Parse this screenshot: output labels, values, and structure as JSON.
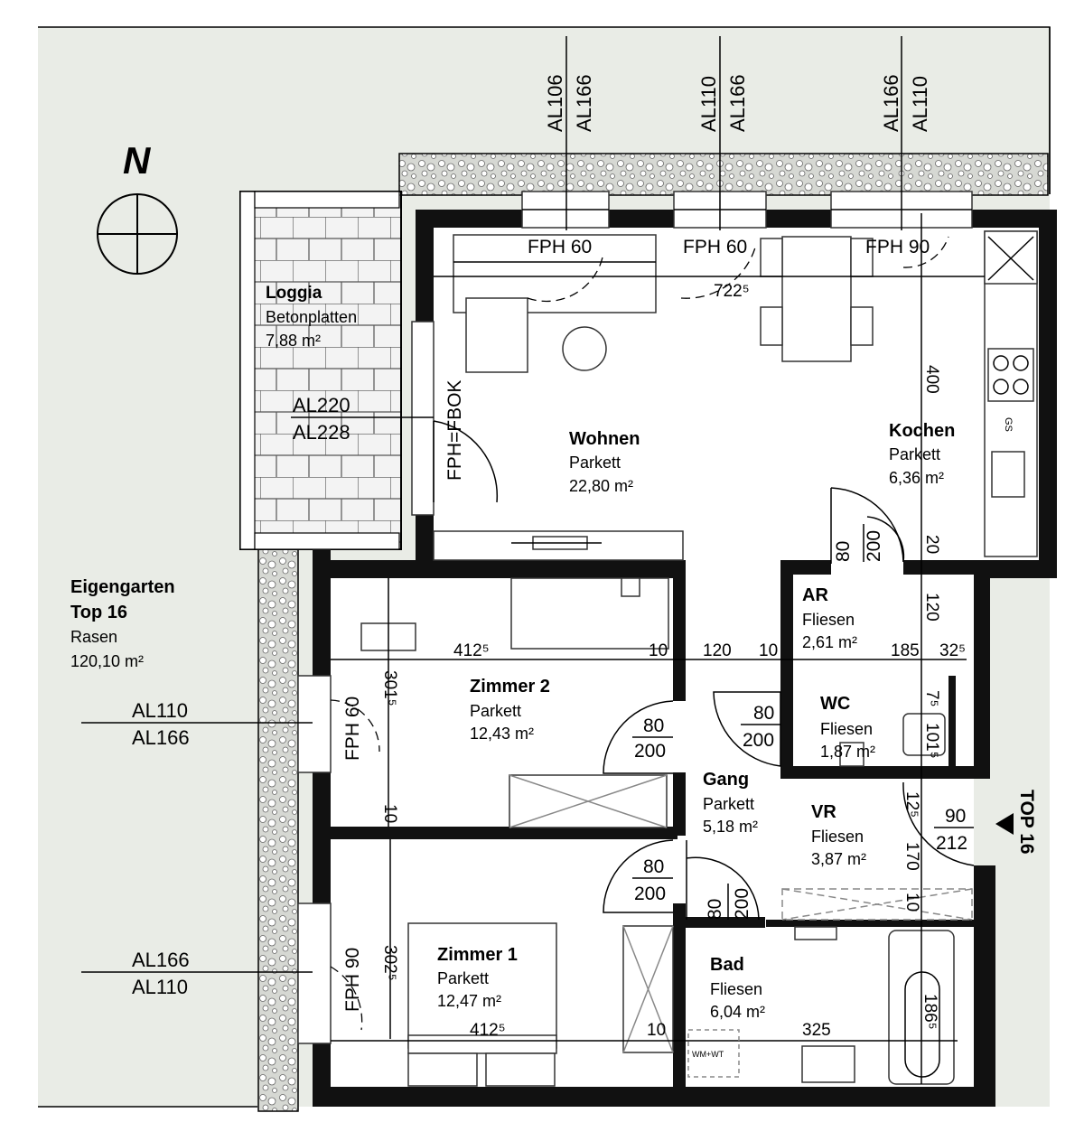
{
  "north": "N",
  "colors": {
    "garden": "#e9ece6",
    "gravel": "#c9cbc7",
    "wall": "#111111"
  },
  "rooms": [
    {
      "id": "loggia",
      "name": "Loggia",
      "floor": "Betonplatten",
      "area": "7,88 m²"
    },
    {
      "id": "wohnen",
      "name": "Wohnen",
      "floor": "Parkett",
      "area": "22,80 m²"
    },
    {
      "id": "kochen",
      "name": "Kochen",
      "floor": "Parkett",
      "area": "6,36 m²"
    },
    {
      "id": "eigengarten",
      "name": "Eigengarten",
      "name2": "Top 16",
      "floor": "Rasen",
      "area": "120,10 m²"
    },
    {
      "id": "ar",
      "name": "AR",
      "floor": "Fliesen",
      "area": "2,61 m²"
    },
    {
      "id": "wc",
      "name": "WC",
      "floor": "Fliesen",
      "area": "1,87 m²"
    },
    {
      "id": "zimmer2",
      "name": "Zimmer 2",
      "floor": "Parkett",
      "area": "12,43 m²"
    },
    {
      "id": "gang",
      "name": "Gang",
      "floor": "Parkett",
      "area": "5,18 m²"
    },
    {
      "id": "vr",
      "name": "VR",
      "floor": "Fliesen",
      "area": "3,87 m²"
    },
    {
      "id": "zimmer1",
      "name": "Zimmer 1",
      "floor": "Parkett",
      "area": "12,47 m²"
    },
    {
      "id": "bad",
      "name": "Bad",
      "floor": "Fliesen",
      "area": "6,04 m²"
    }
  ],
  "window_sections": [
    {
      "top": "AL106",
      "bottom": "AL166"
    },
    {
      "top": "AL110",
      "bottom": "AL166"
    },
    {
      "top": "AL166",
      "bottom": "AL110"
    }
  ],
  "side_sections": [
    {
      "top": "AL220",
      "bottom": "AL228"
    },
    {
      "top": "AL110",
      "bottom": "AL166"
    },
    {
      "top": "AL166",
      "bottom": "AL110"
    }
  ],
  "window_labels": [
    "FPH 60",
    "FPH 60",
    "FPH 90",
    "FPH=FBOK",
    "FPH 60",
    "FPH 90"
  ],
  "dimensions": [
    "722⁵",
    "400",
    "20",
    "412⁵",
    "10",
    "120",
    "10",
    "185",
    "32⁵",
    "120",
    "301⁵",
    "10",
    "7⁵",
    "101⁵",
    "12⁵",
    "170",
    "302⁵",
    "412⁵",
    "10",
    "325",
    "186⁵",
    "10"
  ],
  "doors": [
    {
      "w": "80",
      "h": "200"
    },
    {
      "w": "80",
      "h": "200"
    },
    {
      "w": "80",
      "h": "200"
    },
    {
      "w": "80",
      "h": "200"
    },
    {
      "w": "80",
      "h": "200"
    },
    {
      "w": "90",
      "h": "212"
    }
  ],
  "entrance": "TOP 16",
  "appliances": {
    "dishwasher": "GS",
    "washer": "WM+WT"
  }
}
